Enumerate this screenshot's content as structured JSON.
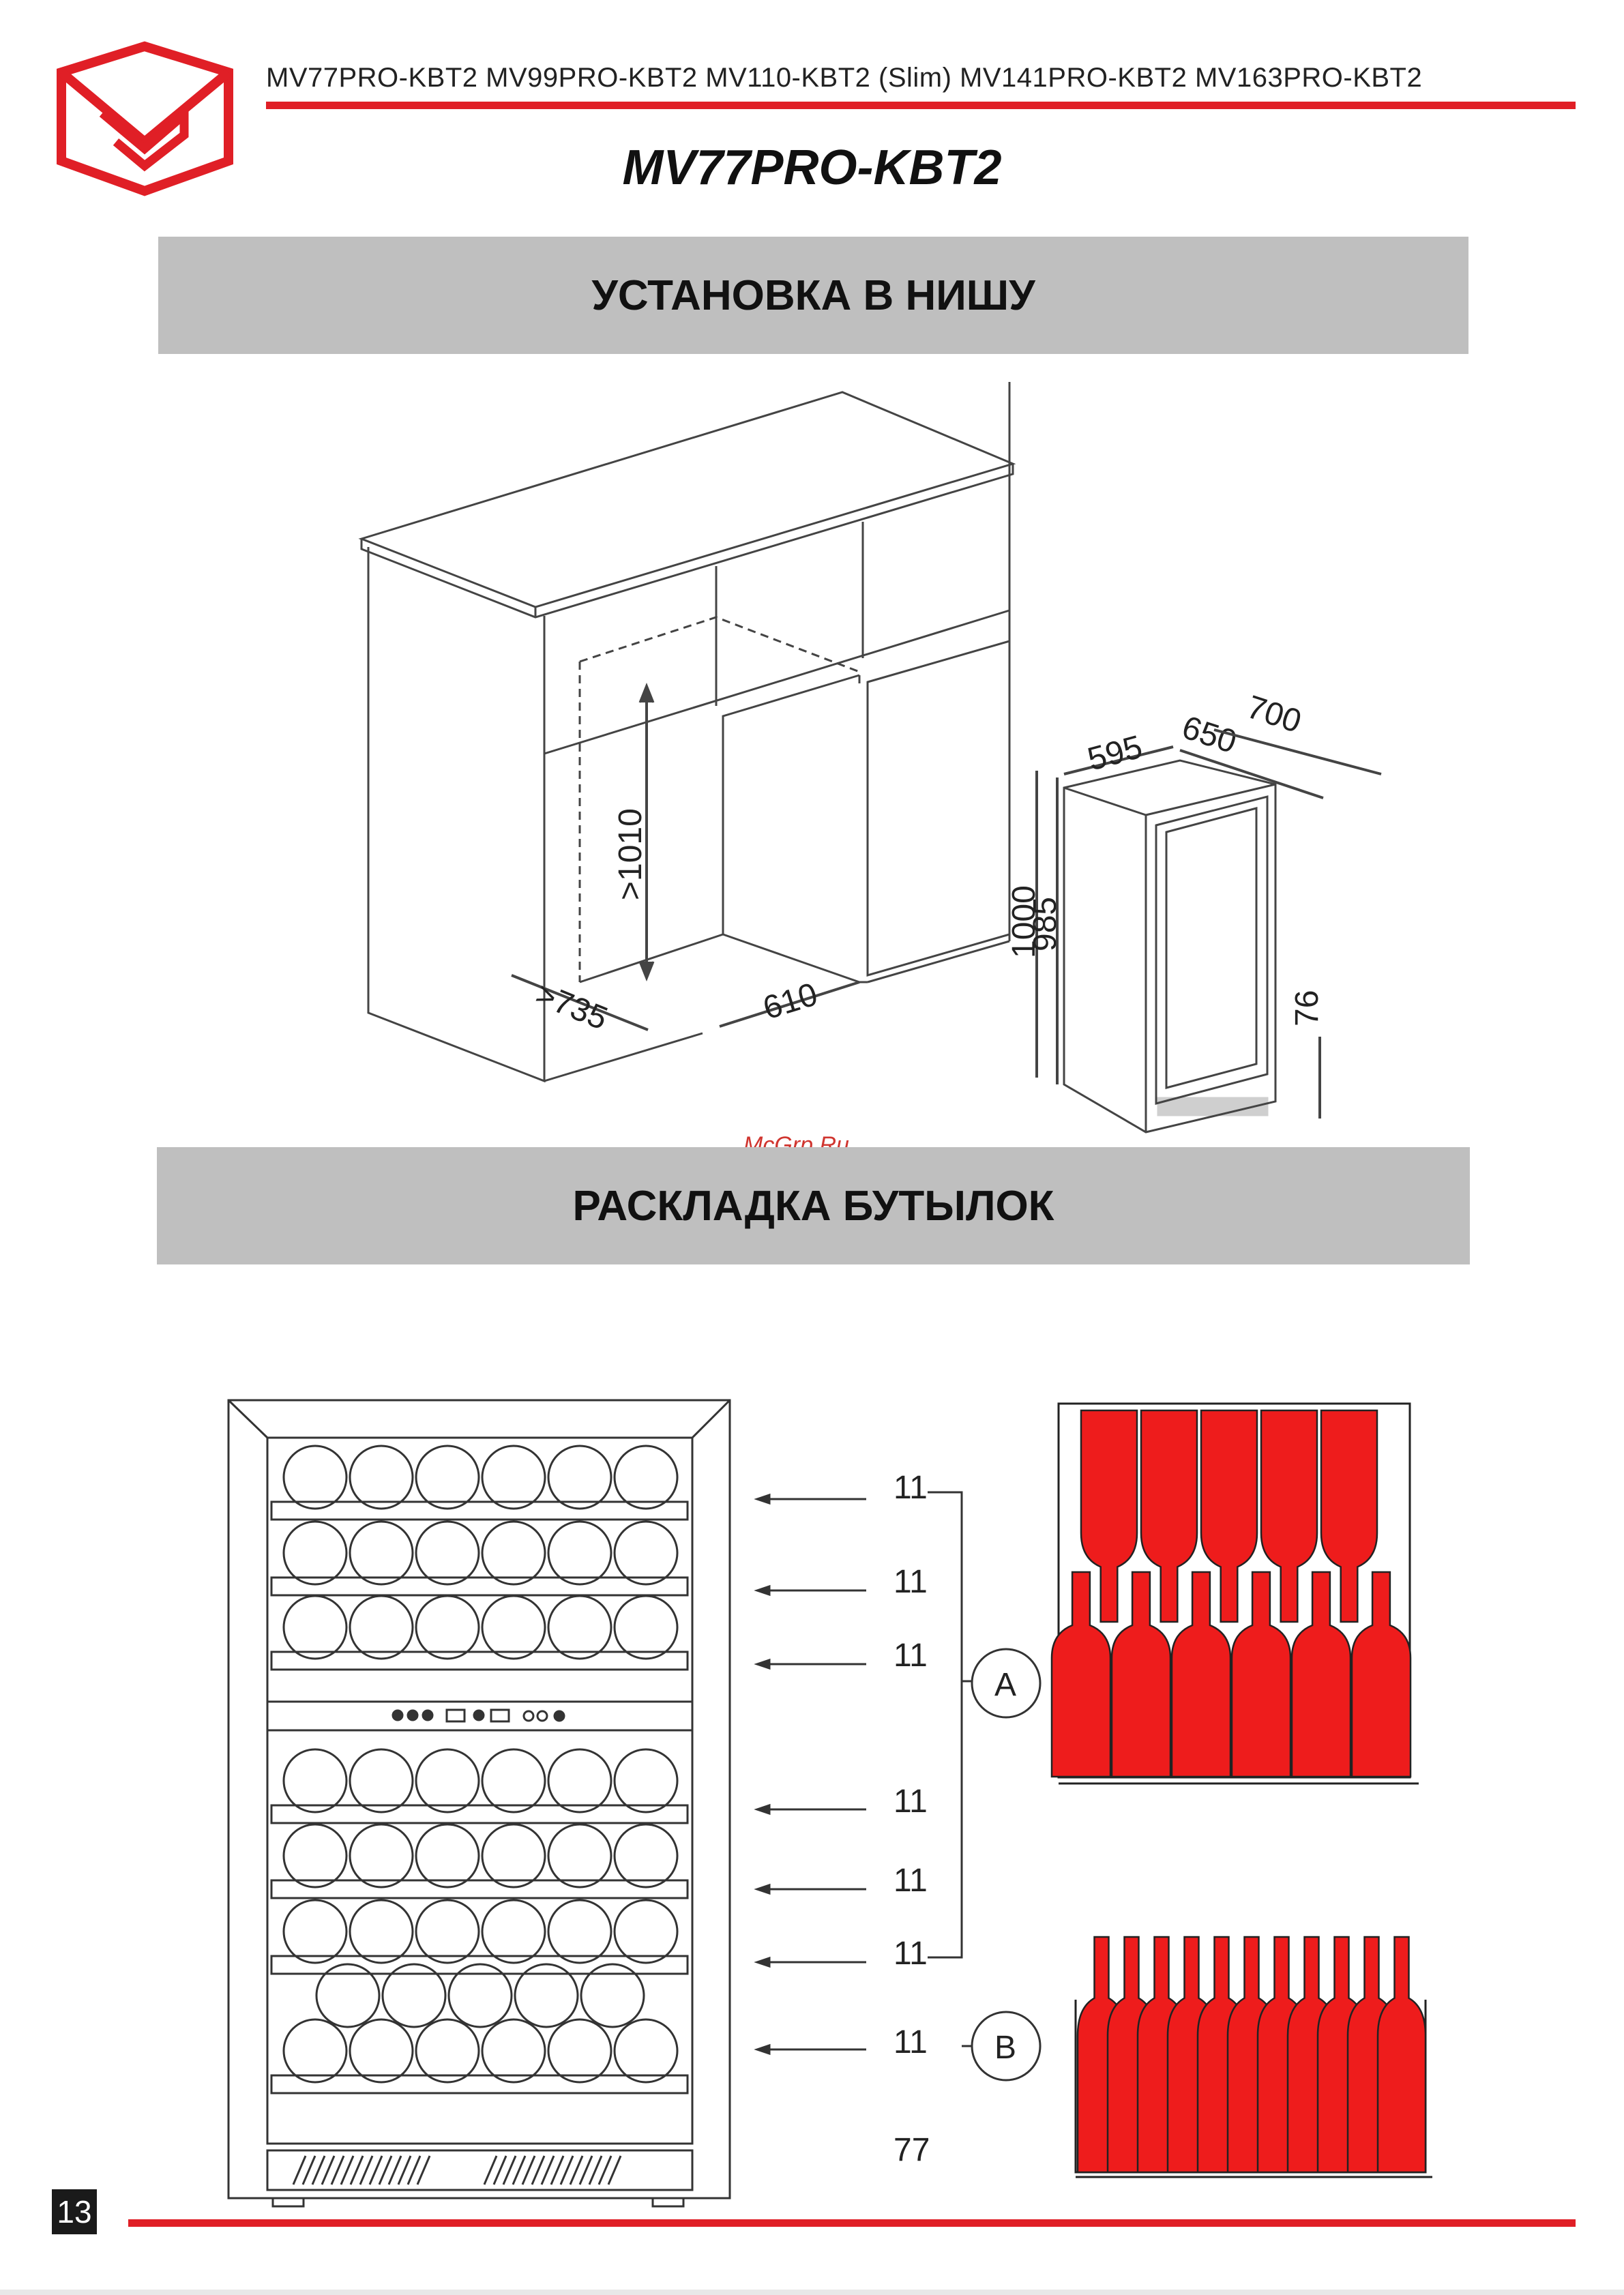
{
  "header": {
    "models": "MV77PRO-KBT2 MV99PRO-KBT2  MV110-KBT2 (Slim) MV141PRO-KBT2 MV163PRO-KBT2",
    "model_title": "MV77PRO-KBT2"
  },
  "sections": {
    "installation": "УСТАНОВКА В НИШУ",
    "bottles": "РАСКЛАДКА БУТЫЛОК"
  },
  "watermark": "McGrp.Ru",
  "niche_dims": {
    "height": ">1010",
    "depth": ">735",
    "width": "610",
    "unit_width": "595",
    "unit_depth_650": "650",
    "unit_depth_700": "700",
    "unit_height_1000": "1000",
    "unit_height_985": "985",
    "plinth": "76"
  },
  "shelves": {
    "counts": [
      "11",
      "11",
      "11",
      "11",
      "11",
      "11",
      "11"
    ],
    "group_a": "A",
    "group_b": "B",
    "total": "77"
  },
  "footer": {
    "page_number": "13"
  },
  "colors": {
    "accent": "#e01f26",
    "band": "#bfbfbf",
    "bottle": "#ee1c1c"
  }
}
